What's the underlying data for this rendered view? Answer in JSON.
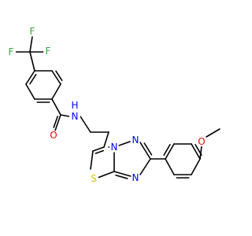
{
  "molecule": {
    "atom_labels": {
      "F1": "F",
      "F2": "F",
      "F3": "F",
      "O_amide": "O",
      "N_amide": "N",
      "H_amide": "H",
      "N_bridge": "N",
      "N_triazole1": "N",
      "N_triazole2": "N",
      "S_thiazole": "S",
      "O_methoxy": "O"
    },
    "colors": {
      "bond": "#000000",
      "fluorine": "#33aa33",
      "oxygen": "#ff0000",
      "nitrogen": "#0000ff",
      "sulfur": "#cccc00"
    }
  }
}
